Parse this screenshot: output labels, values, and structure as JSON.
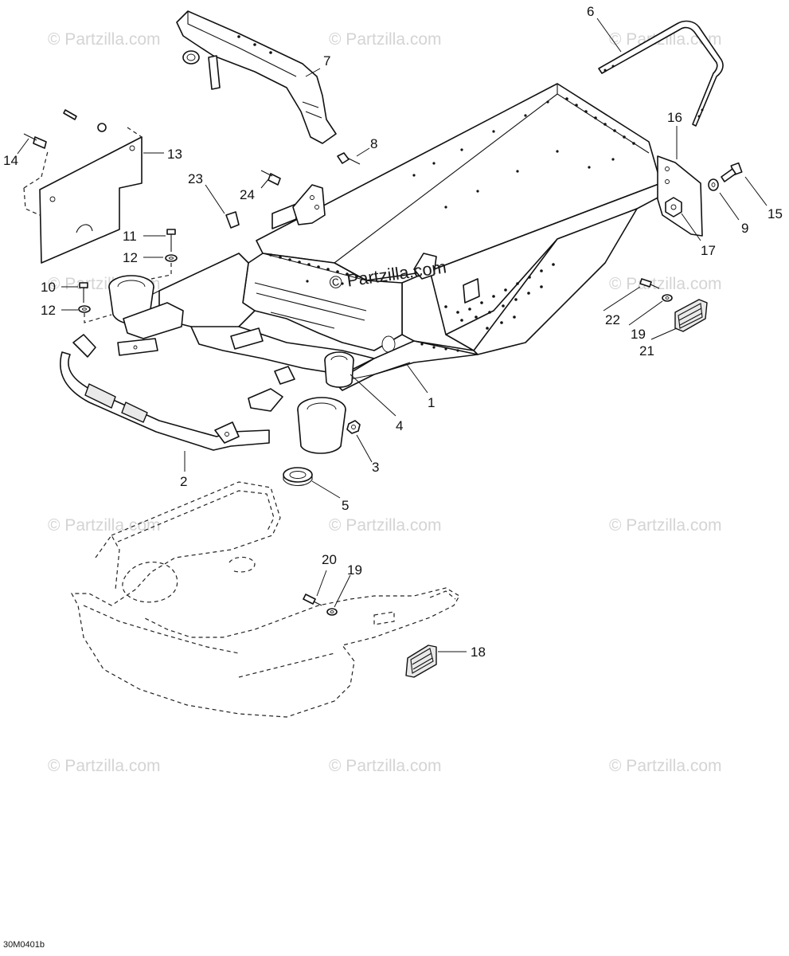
{
  "watermarks": {
    "text": "© Partzilla.com",
    "center_text": "© Partzilla.com"
  },
  "callouts": {
    "c1": "1",
    "c2": "2",
    "c3": "3",
    "c4": "4",
    "c5": "5",
    "c6": "6",
    "c7": "7",
    "c8": "8",
    "c9": "9",
    "c10": "10",
    "c11": "11",
    "c12a": "12",
    "c12b": "12",
    "c13": "13",
    "c14": "14",
    "c15": "15",
    "c16": "16",
    "c17": "17",
    "c18": "18",
    "c19a": "19",
    "c19b": "19",
    "c20": "20",
    "c21": "21",
    "c22": "22",
    "c23": "23",
    "c24": "24"
  },
  "drawing_code": "30M0401b"
}
